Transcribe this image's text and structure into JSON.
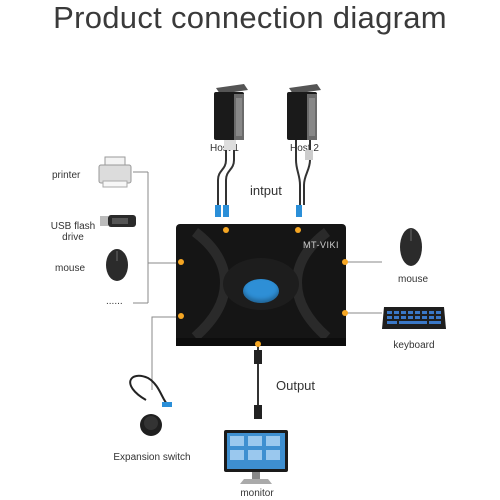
{
  "title": "Product connection diagram",
  "device": {
    "brand": "MT-VIKI"
  },
  "labels": {
    "host1": "Host 1",
    "host2": "Host 2",
    "input": "intput",
    "output": "Output",
    "printer": "printer",
    "usb_flash_drive": "USB flash drive",
    "mouse_left": "mouse",
    "more": "......",
    "mouse_right": "mouse",
    "keyboard": "keyboard",
    "expansion_switch": "Expansion switch",
    "monitor": "monitor"
  },
  "colors": {
    "device_body": "#151515",
    "button": "#2e8fd6",
    "port_dot": "#f5a623",
    "usb_connector": "#2b8fd8",
    "wire": "#444444"
  },
  "icons": [
    "pc-tower-icon",
    "printer-icon",
    "usb-drive-icon",
    "mouse-icon",
    "keyboard-icon",
    "monitor-icon",
    "remote-button-icon"
  ]
}
